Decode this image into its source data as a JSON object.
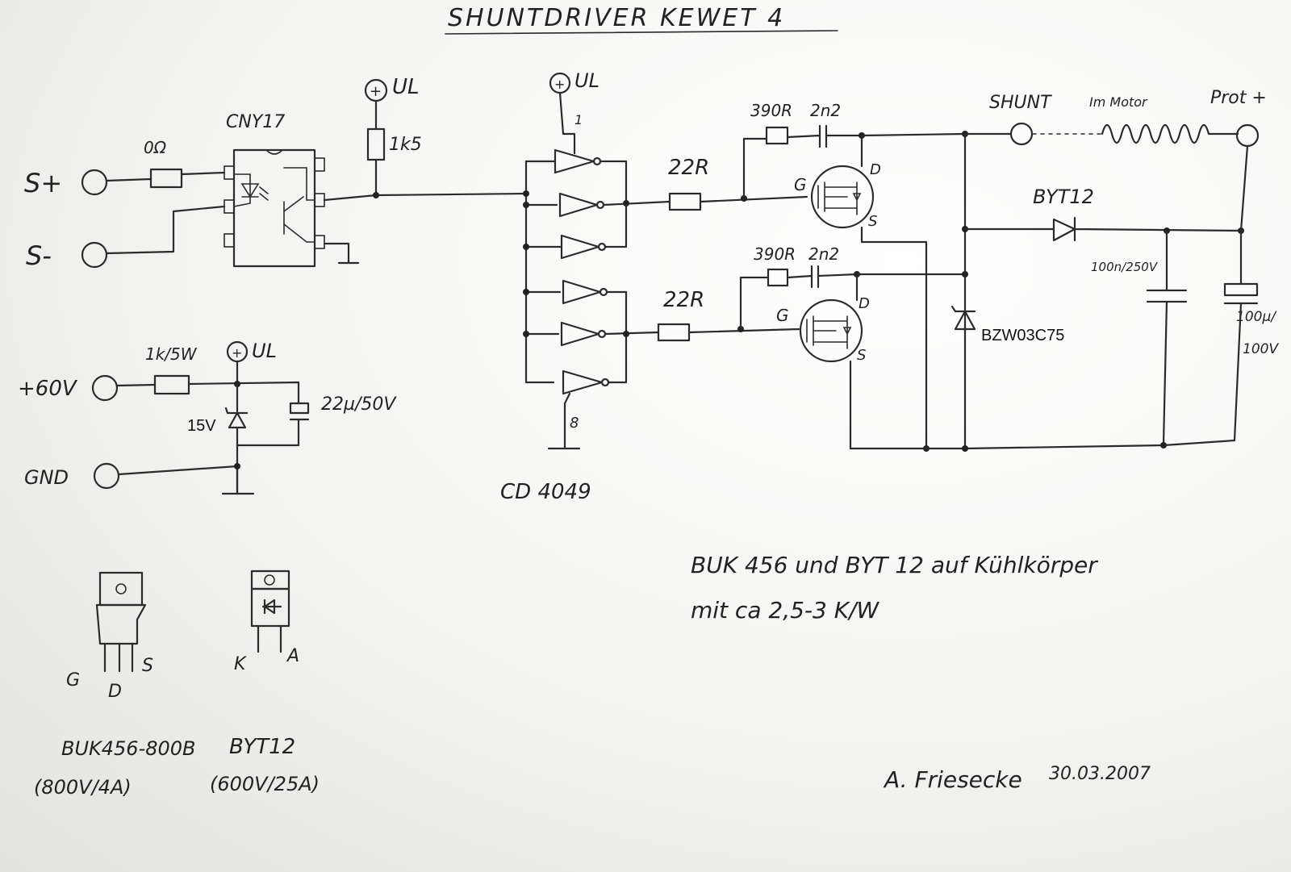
{
  "title": "SHUNTDRIVER KEWET 4",
  "input": {
    "s_plus": "S+",
    "s_minus": "S-",
    "r_series": "0Ω",
    "optocoupler": "CNY17",
    "supply": "UL",
    "r_pullup": "1k5"
  },
  "power_supply": {
    "v_in": "+60V",
    "gnd": "GND",
    "r_drop": "1k/5W",
    "supply": "UL",
    "zener": "15V",
    "cap": "22µ/50V"
  },
  "driver": {
    "supply": "UL",
    "pin_vdd": "1",
    "pin_vss": "8",
    "ic": "CD 4049"
  },
  "gate_top": {
    "r_gate": "22R",
    "snubber_r": "390R",
    "snubber_c": "2n2",
    "g": "G",
    "d": "D",
    "s": "S"
  },
  "gate_bottom": {
    "r_gate": "22R",
    "snubber_r": "390R",
    "snubber_c": "2n2",
    "g": "G",
    "d": "D",
    "s": "S"
  },
  "output": {
    "shunt": "SHUNT",
    "motor": "Im Motor",
    "prot": "Prot +",
    "diode": "BYT12",
    "tvs": "BZW03C75",
    "c1": "100n/250V",
    "c2a": "100µ/",
    "c2b": "100V"
  },
  "note": {
    "line1": "BUK 456 und BYT 12 auf Kühlkörper",
    "line2": "mit ca 2,5-3 K/W"
  },
  "packages": {
    "mosfet": {
      "g": "G",
      "d": "D",
      "s": "S",
      "name": "BUK456-800B",
      "rating": "(800V/4A)"
    },
    "diode": {
      "k": "K",
      "a": "A",
      "name": "BYT12",
      "rating": "(600V/25A)"
    }
  },
  "signature": {
    "author": "A. Friesecke",
    "date": "30.03.2007"
  }
}
